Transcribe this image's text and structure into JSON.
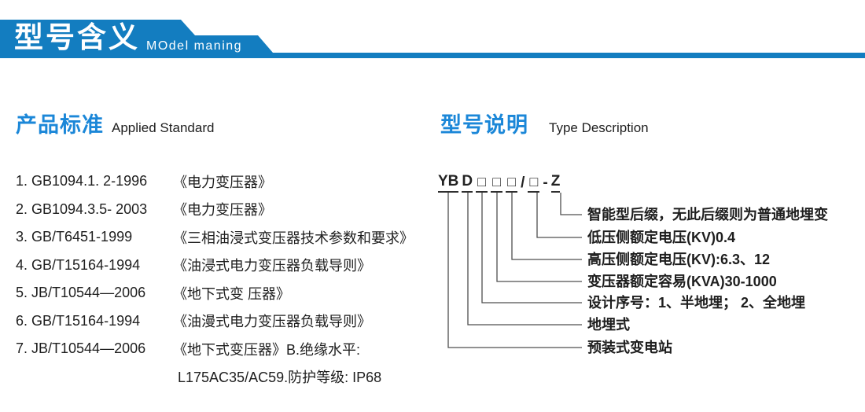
{
  "colors": {
    "banner": "#137dc0",
    "section_title": "#1b87d8",
    "text": "#1e1e1e",
    "line": "#4f4f4f"
  },
  "header": {
    "title": "型号含义",
    "subtitle": "MOdel maning"
  },
  "left": {
    "title_zh": "产品标准",
    "title_en": "Applied Standard",
    "items": [
      {
        "code": "1. GB1094.1. 2-1996",
        "desc": "《电力变压器》"
      },
      {
        "code": "2. GB1094.3.5- 2003",
        "desc": "《电力变压器》"
      },
      {
        "code": "3. GB/T6451-1999",
        "desc": "《三相油浸式变压器技术参数和要求》"
      },
      {
        "code": "4. GB/T15164-1994",
        "desc": "《油浸式电力变压器负载导则》"
      },
      {
        "code": "5. JB/T10544—2006",
        "desc": "《地下式变 压器》"
      },
      {
        "code": "6. GB/T15164-1994",
        "desc": "《油漫式电力变压器负载导则》"
      },
      {
        "code": "7. JB/T10544—2006",
        "desc": "《地下式变压器》B.绝缘水平:"
      }
    ],
    "continuation": "L175AC35/AC59.防护等级: IP68"
  },
  "right": {
    "title_zh": "型号说明",
    "title_en": "Type Description",
    "code_parts": [
      "YB",
      "D",
      "□",
      "□",
      "□",
      "/",
      "□",
      "-",
      "Z"
    ],
    "descriptions": [
      "智能型后缀，无此后缀则为普通地埋变",
      "低压侧额定电压(KV)0.4",
      "高压侧额定电压(KV):6.3、12",
      "变压器额定容易(KVA)30-1000",
      "设计序号：1、半地埋； 2、全地埋",
      "地埋式",
      "预装式变电站"
    ]
  }
}
